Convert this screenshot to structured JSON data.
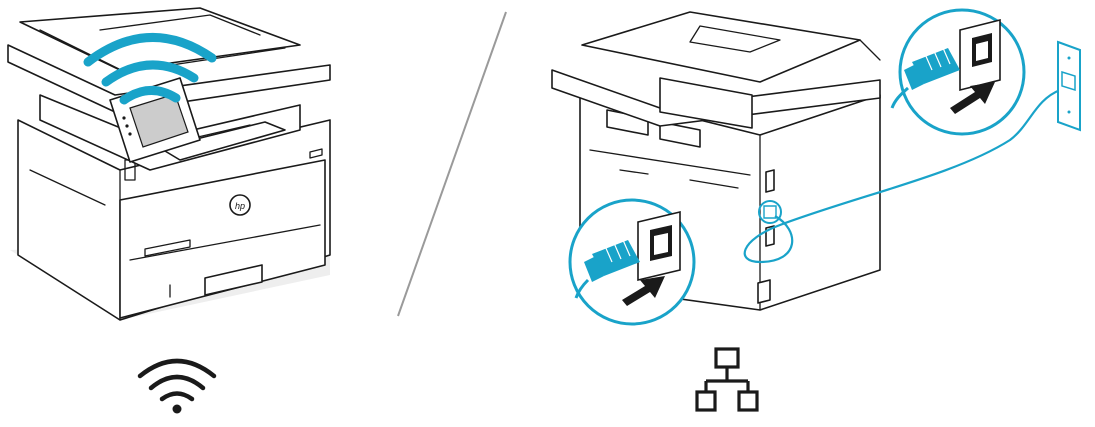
{
  "illustration": {
    "left_option": {
      "subject": "printer-front",
      "signal_icon": "wifi-icon",
      "label_icon": "wifi-icon"
    },
    "right_option": {
      "subject": "printer-back",
      "connection_icon": "ethernet-cable-icon",
      "label_icon": "network-icon"
    },
    "divider": "slash-divider"
  },
  "colors": {
    "accent": "#19a3c9",
    "line": "#1a1a1a",
    "shade": "#bfe6f2",
    "background": "#ffffff"
  }
}
